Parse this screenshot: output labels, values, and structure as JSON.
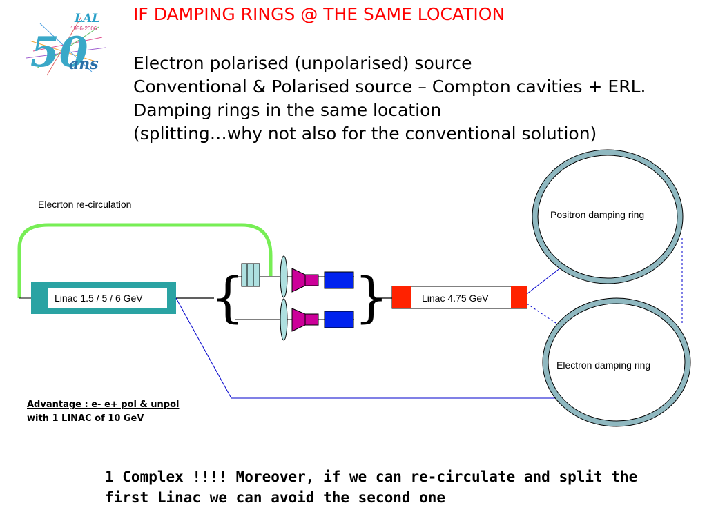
{
  "slide": {
    "title": "IF DAMPING RINGS @ THE SAME LOCATION",
    "lines": [
      "Electron polarised (unpolarised) source",
      "Conventional & Polarised source – Compton cavities + ERL.",
      "Damping rings in the same location",
      "(splitting…why not also for the conventional solution)"
    ],
    "logo": {
      "name": "lal-50-ans-logo",
      "text_top": "LAL",
      "years": "1956-2006",
      "number": "50",
      "suffix": "ans"
    }
  },
  "diagram": {
    "recirculation_label": "Elecrton re-circulation",
    "linac1_label": "Linac 1.5 / 5 / 6 GeV",
    "linac2_label": "Linac 4.75 GeV",
    "positron_ring_label": "Positron damping ring",
    "electron_ring_label": "Electron damping ring",
    "colors": {
      "recirculation": "#77ee55",
      "linac1_frame": "#2aa3a3",
      "ring_stroke": "#8fb8c0",
      "beamline": "#0000cc",
      "magnet": "#cc0099",
      "rf_block": "#0022ee",
      "linac2_ends": "#ff2200",
      "cavity": "#aee0e0"
    }
  },
  "notes": {
    "advantage_line1": "Advantage : e- e+ pol & unpol",
    "advantage_line2": "with 1 LINAC of 10 GeV",
    "complex_line1": "1 Complex !!!! Moreover, if we can re-circulate and split the",
    "complex_line2": "first Linac we can avoid the second one"
  }
}
